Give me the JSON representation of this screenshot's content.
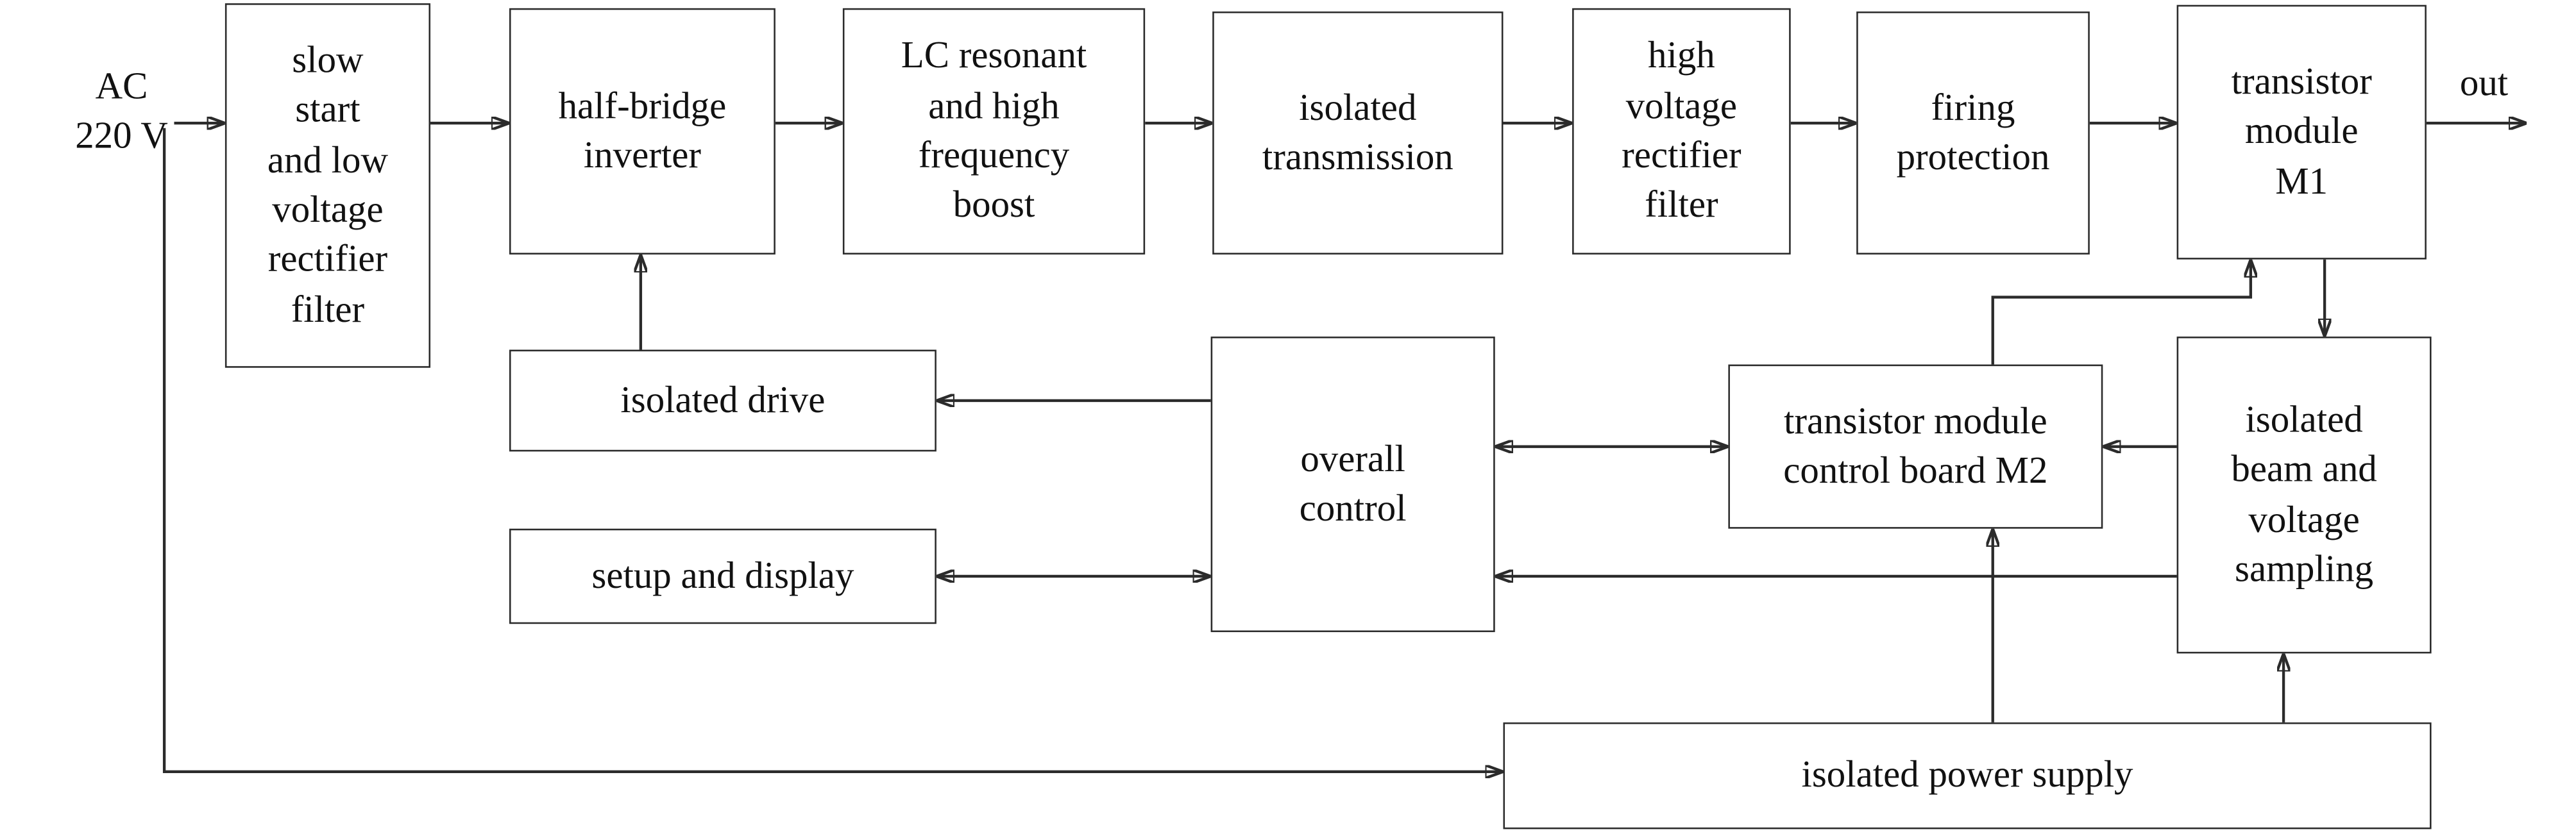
{
  "diagram": {
    "background": "#ffffff",
    "line_color": "#2b2b2b",
    "text_color": "#111111"
  },
  "labels": {
    "ac_input": "AC\n220 V",
    "out": "out"
  },
  "nodes": {
    "slow_start": "slow\nstart\nand low\nvoltage\nrectifier\nfilter",
    "half_bridge": "half-bridge\ninverter",
    "lc_resonant": "LC resonant\nand high\nfrequency\nboost",
    "isolated_transmission": "isolated\ntransmission",
    "hv_rectifier": "high\nvoltage\nrectifier\nfilter",
    "firing_protection": "firing\nprotection",
    "transistor_m1": "transistor\nmodule\nM1",
    "isolated_drive": "isolated drive",
    "overall_control": "overall\ncontrol",
    "m2_board": "transistor module\ncontrol board M2",
    "beam_sampling": "isolated\nbeam and\nvoltage\nsampling",
    "setup_display": "setup and display",
    "power_supply": "isolated power supply"
  }
}
